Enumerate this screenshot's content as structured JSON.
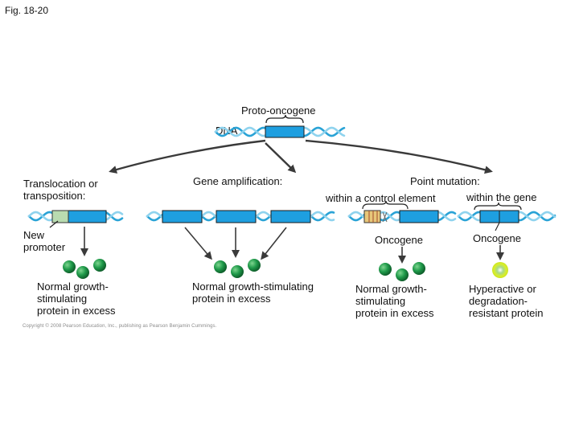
{
  "figure": {
    "label": "Fig. 18-20",
    "copyright": "Copyright © 2008 Pearson Education, Inc., publishing as Pearson Benjamin Cummings."
  },
  "top": {
    "proto_oncogene": "Proto-oncogene",
    "dna": "DNA"
  },
  "translocation": {
    "title_line1": "Translocation or",
    "title_line2": "transposition:",
    "promoter_line1": "New",
    "promoter_line2": "promoter",
    "result_line1": "Normal growth-",
    "result_line2": "stimulating",
    "result_line3": "protein in excess"
  },
  "amplification": {
    "title": "Gene amplification:",
    "result_line1": "Normal growth-stimulating",
    "result_line2": "protein in excess"
  },
  "point_mutation": {
    "title": "Point mutation:",
    "control": {
      "label": "within a control element",
      "gene_label": "Oncogene",
      "result_line1": "Normal growth-",
      "result_line2": "stimulating",
      "result_line3": "protein in excess"
    },
    "gene": {
      "label": "within the gene",
      "gene_label": "Oncogene",
      "result_line1": "Hyperactive or",
      "result_line2": "degradation-",
      "result_line3": "resistant protein"
    }
  },
  "colors": {
    "gene": "#1e9fe0",
    "dna_strand_a": "#2aa3d6",
    "dna_strand_b": "#8fd3ee",
    "protein": "#1f9a4a",
    "hyperactive_protein": "#d8ee2a",
    "promoter": "#b9dbb0",
    "mutated_element": "#e7c77a"
  }
}
